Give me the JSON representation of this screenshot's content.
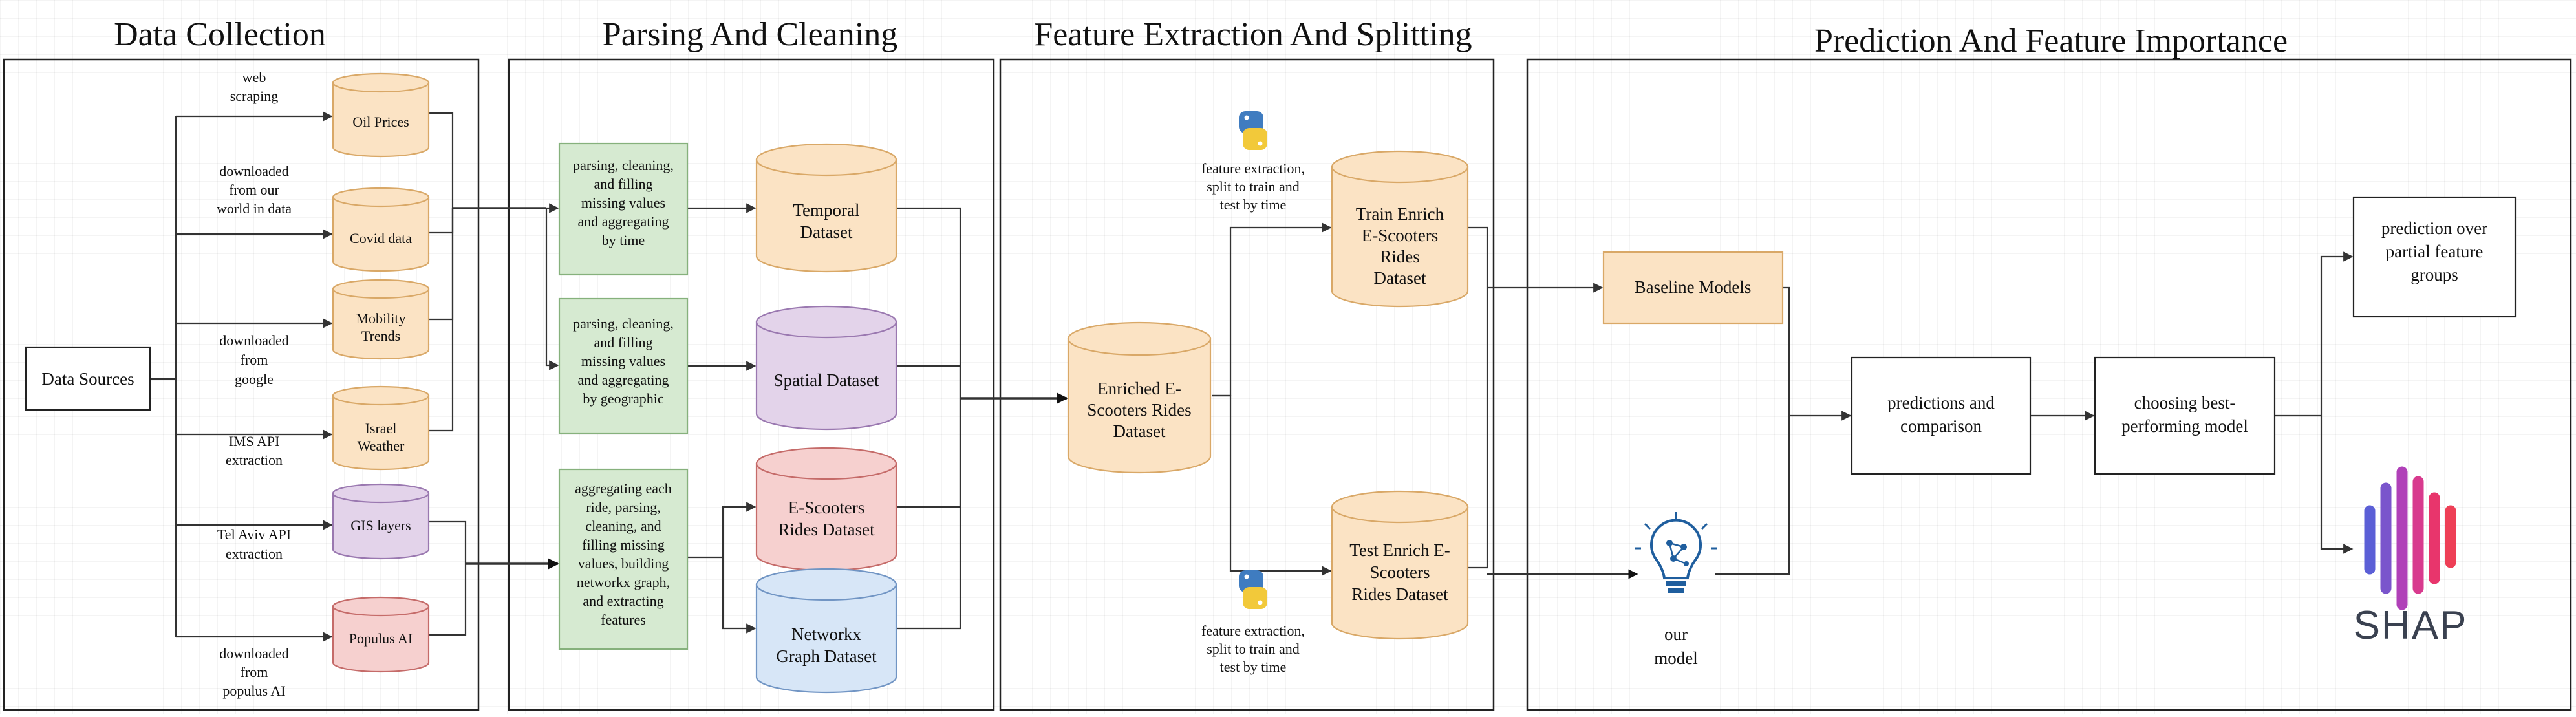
{
  "sections": {
    "data_collection": "Data Collection",
    "parsing": "Parsing And Cleaning",
    "features": "Feature Extraction And Splitting",
    "prediction": "Prediction And Feature Importance"
  },
  "sources": {
    "data_sources": "Data Sources",
    "oil": "Oil Prices",
    "covid": "Covid data",
    "mobility": [
      "Mobility",
      "Trends"
    ],
    "weather": [
      "Israel",
      "Weather"
    ],
    "gis": "GIS layers",
    "populus": "Populus AI"
  },
  "edge_labels": {
    "web": [
      "web",
      "scraping"
    ],
    "owid": [
      "downloaded",
      "from our",
      "world in data"
    ],
    "google": [
      "downloaded",
      "from",
      "google"
    ],
    "ims": [
      "IMS API",
      "extraction"
    ],
    "tlv": [
      "Tel Aviv API",
      "extraction"
    ],
    "populus": [
      "downloaded",
      "from",
      "populus AI"
    ]
  },
  "processes": {
    "temporal": [
      "parsing, cleaning,",
      "and filling",
      "missing values",
      "and aggregating",
      "by time"
    ],
    "spatial": [
      "parsing, cleaning,",
      "and filling",
      "missing values",
      "and aggregating",
      "by geographic"
    ],
    "rides": [
      "aggregating each",
      "ride, parsing,",
      "cleaning, and",
      "filling missing",
      "values, building",
      "networkx graph,",
      "and extracting",
      "features"
    ]
  },
  "datasets": {
    "temporal": [
      "Temporal",
      "Dataset"
    ],
    "spatial": "Spatial Dataset",
    "rides": [
      "E-Scooters",
      "Rides Dataset"
    ],
    "networkx": [
      "Networkx",
      "Graph Dataset"
    ],
    "enriched": [
      "Enriched E-",
      "Scooters Rides",
      "Dataset"
    ],
    "train": [
      "Train Enrich",
      "E-Scooters",
      "Rides",
      "Dataset"
    ],
    "test": [
      "Test Enrich E-",
      "Scooters",
      "Rides Dataset"
    ]
  },
  "split_labels": {
    "top": [
      "feature extraction,",
      "split to train and",
      "test by time"
    ],
    "bottom": [
      "feature extraction,",
      "split to train and",
      "test by time"
    ]
  },
  "models": {
    "baseline": "Baseline Models",
    "our_model": [
      "our",
      "model"
    ],
    "comparison": [
      "predictions and",
      "comparison"
    ],
    "best": [
      "choosing best-",
      "performing model"
    ],
    "partial": [
      "prediction over",
      "partial feature",
      "groups"
    ],
    "shap": "SHAP"
  },
  "colors": {
    "orange_fill": "#fbe3c4",
    "orange_stroke": "#d9a867",
    "purple_fill": "#e3d3ea",
    "purple_stroke": "#9a78b0",
    "red_fill": "#f6d0cf",
    "red_stroke": "#c56b69",
    "blue_fill": "#d7e6f7",
    "blue_stroke": "#7195c4",
    "green_fill": "#d6ead1",
    "green_stroke": "#86b17c"
  }
}
